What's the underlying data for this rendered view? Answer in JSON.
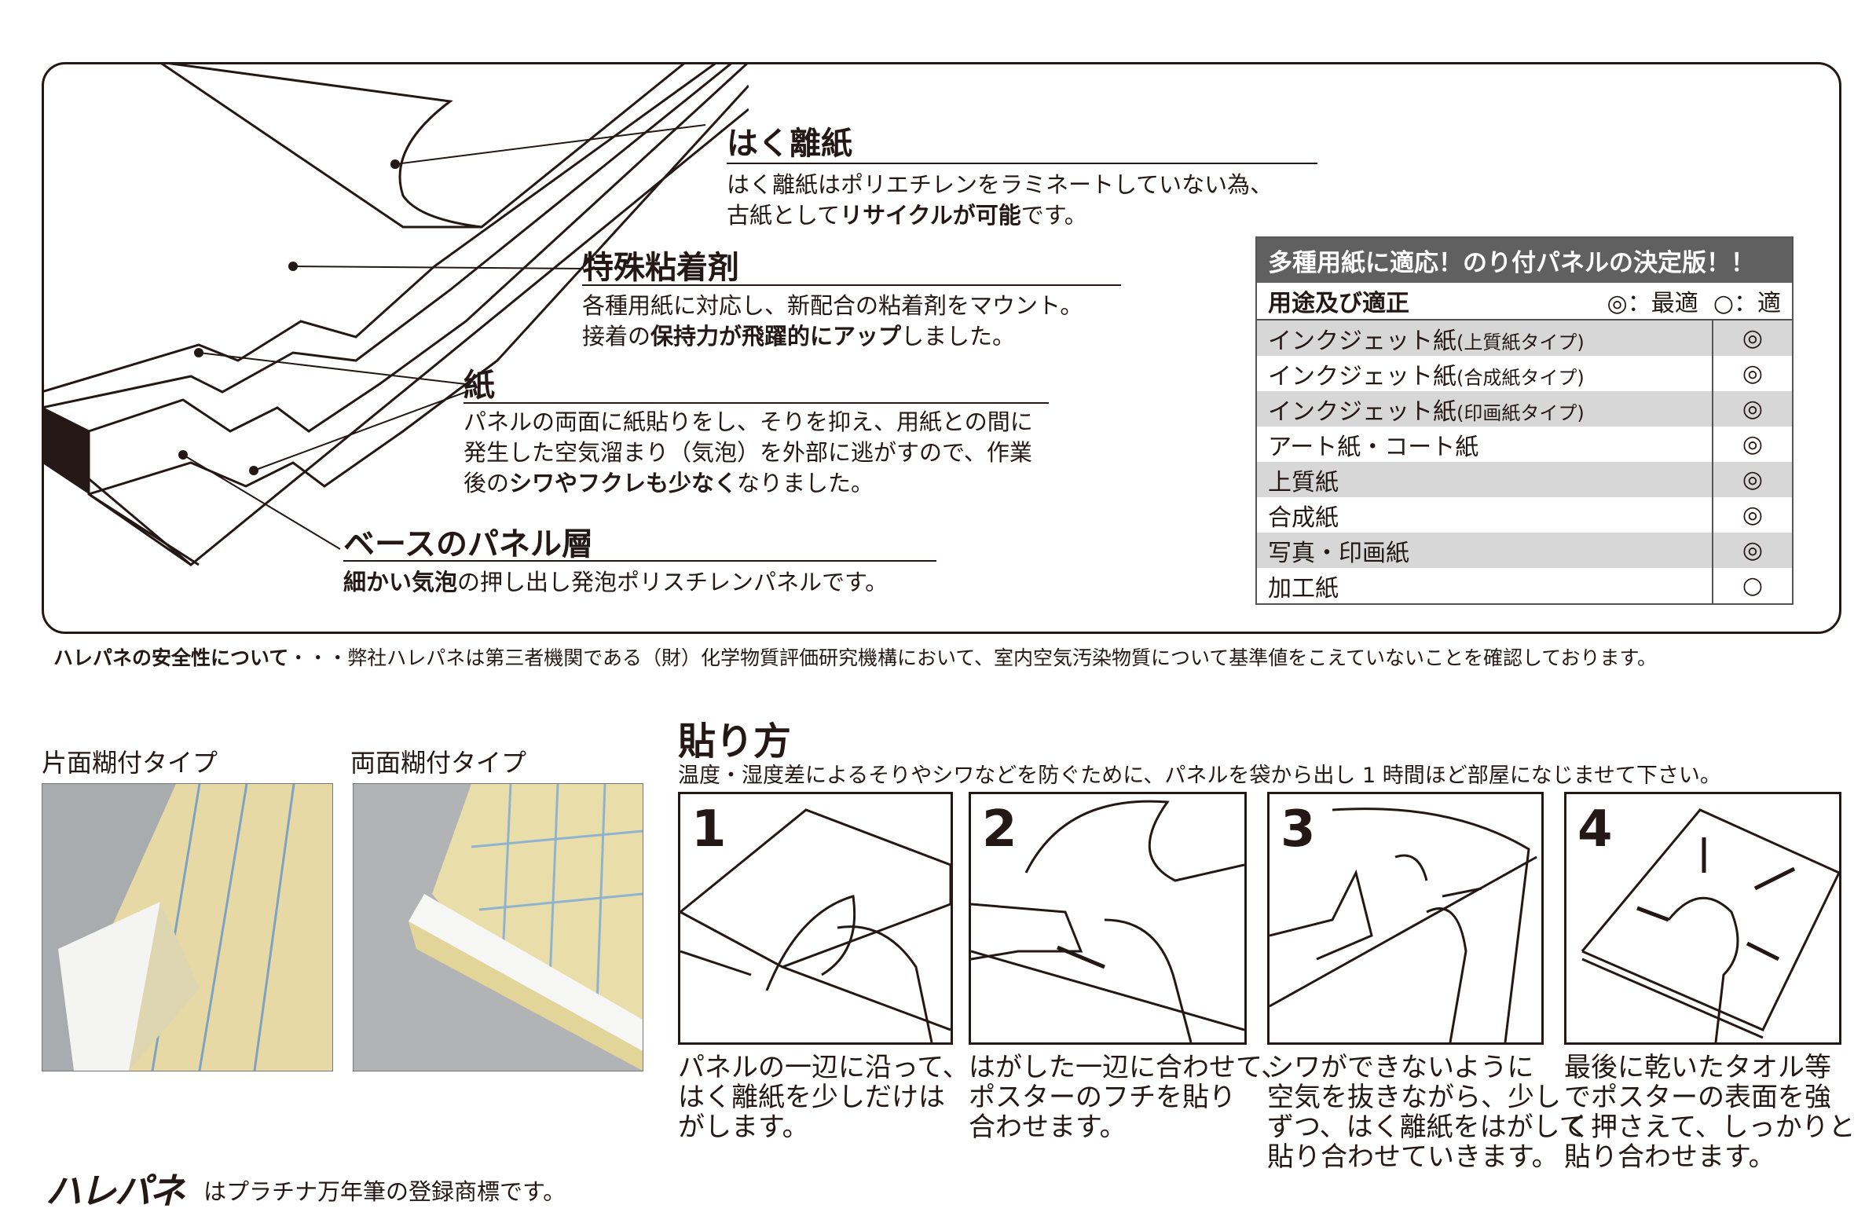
{
  "sections": {
    "release_paper": {
      "title": "はく離紙",
      "lines": [
        "はく離紙はポリエチレンをラミネートしていない為、",
        "古紙として",
        "リサイクルが可能",
        "です。"
      ]
    },
    "adhesive": {
      "title": "特殊粘着剤",
      "lines": [
        "各種用紙に対応し、新配合の粘着剤をマウント。",
        "接着の",
        "保持力が飛躍的にアップ",
        "しました。"
      ]
    },
    "paper": {
      "title": "紙",
      "lines": [
        "パネルの両面に紙貼りをし、そりを抑え、用紙との間に",
        "発生した空気溜まり（気泡）を外部に逃がすので、作業",
        "後の",
        "シワやフクレも少なく",
        "なりました。"
      ]
    },
    "base": {
      "title": "ベースのパネル層",
      "lines": [
        "細かい気泡",
        "の押し出し発泡ポリスチレンパネルです。"
      ]
    }
  },
  "fit_table": {
    "banner": "多種用紙に適応！のり付パネルの決定版！！",
    "header": "用途及び適正",
    "legend_best": "◎：最適",
    "legend_ok": "○：適",
    "rows": [
      {
        "name": "インクジェット紙",
        "note": "(上質紙タイプ)",
        "mark": "◎"
      },
      {
        "name": "インクジェット紙",
        "note": "(合成紙タイプ)",
        "mark": "◎"
      },
      {
        "name": "インクジェット紙",
        "note": "(印画紙タイプ)",
        "mark": "◎"
      },
      {
        "name": "アート紙・コート紙",
        "note": "",
        "mark": "◎"
      },
      {
        "name": "上質紙",
        "note": "",
        "mark": "◎"
      },
      {
        "name": "合成紙",
        "note": "",
        "mark": "◎"
      },
      {
        "name": "写真・印画紙",
        "note": "",
        "mark": "◎"
      },
      {
        "name": "加工紙",
        "note": "",
        "mark": "○"
      }
    ]
  },
  "safety": {
    "label": "ハレパネの安全性について",
    "text": "・・・弊社ハレパネは第三者機関である（財）化学物質評価研究機構において、室内空気汚染物質について基準値をこえていないことを確認しております。"
  },
  "products": [
    {
      "label": "片面糊付タイプ"
    },
    {
      "label": "両面糊付タイプ"
    }
  ],
  "howto": {
    "title": "貼り方",
    "subtitle": "温度・湿度差によるそりやシワなどを防ぐために、パネルを袋から出し 1 時間ほど部屋になじませて下さい。",
    "steps": [
      {
        "num": "1",
        "lines": [
          "パネルの一辺に沿って、",
          "はく離紙を少しだけは",
          "がします。"
        ]
      },
      {
        "num": "2",
        "lines": [
          "はがした一辺に合わせて、",
          "ポスターのフチを貼り",
          "合わせます。"
        ]
      },
      {
        "num": "3",
        "lines": [
          "シワができないように",
          "空気を抜きながら、少し",
          "ずつ、はく離紙をはがして",
          "貼り合わせていきます。"
        ]
      },
      {
        "num": "4",
        "lines": [
          "最後に乾いたタオル等",
          "でポスターの表面を強",
          "く押さえて、しっかりと",
          "貼り合わせます。"
        ]
      }
    ]
  },
  "footer": {
    "logo": "ハレパネ",
    "text": "はプラチナ万年筆の登録商標です。"
  }
}
